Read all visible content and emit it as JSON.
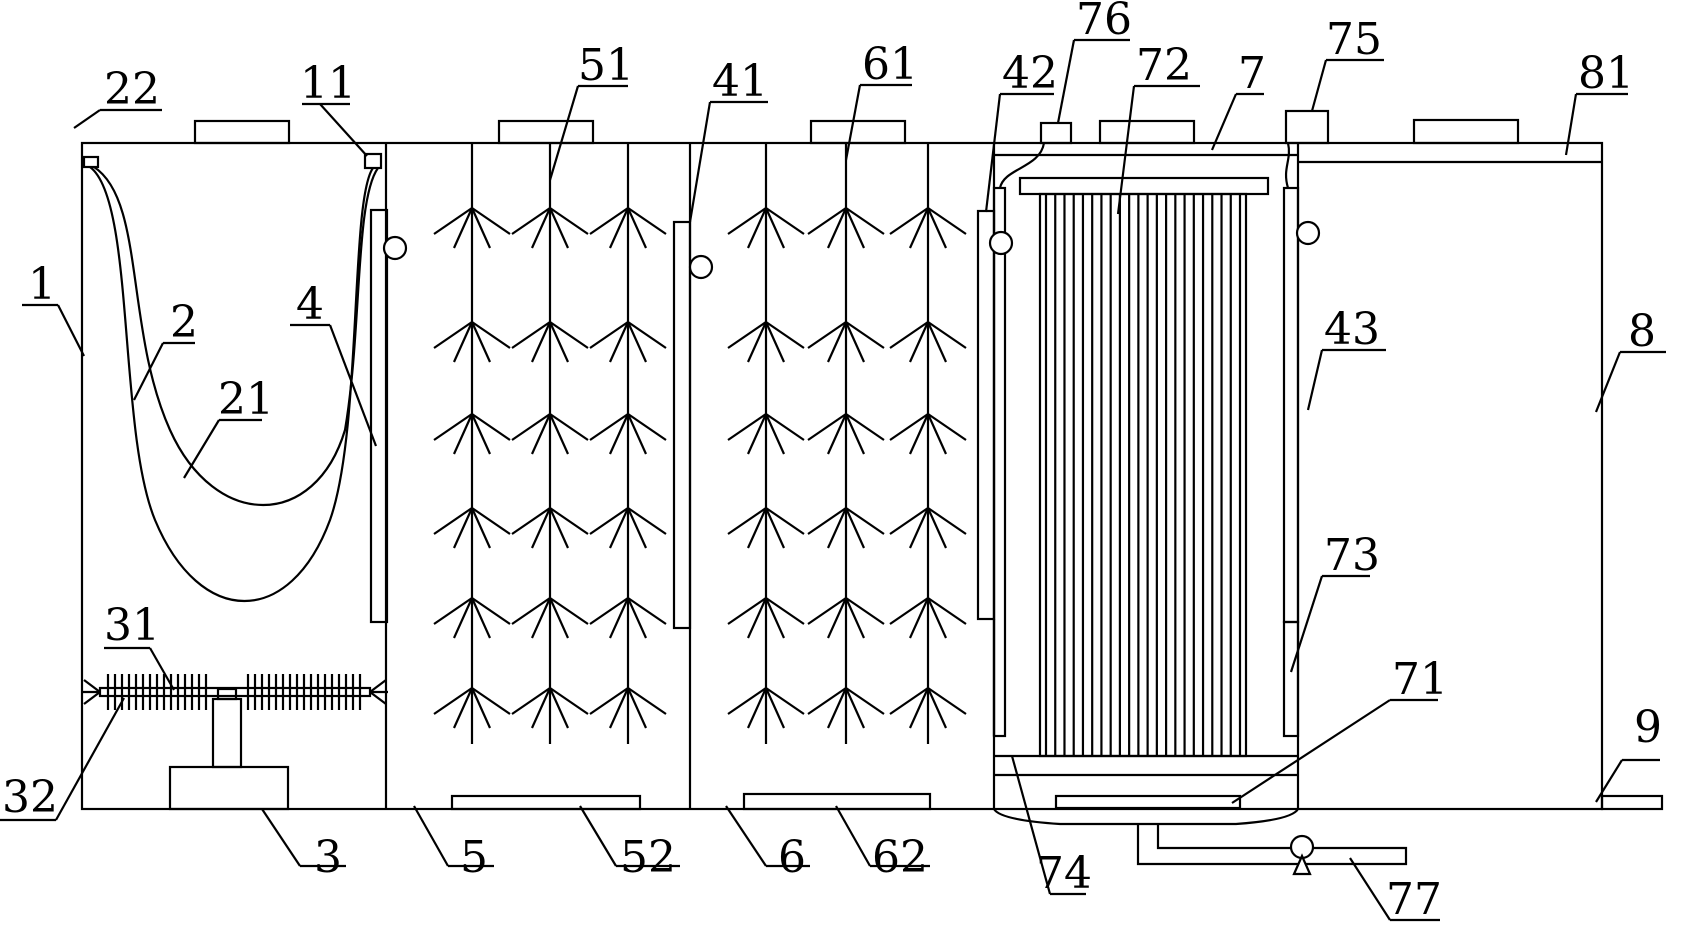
{
  "labels": {
    "l1": "1",
    "l2": "2",
    "l3": "3",
    "l4": "4",
    "l5": "5",
    "l6": "6",
    "l7": "7",
    "l8": "8",
    "l9": "9",
    "l11": "11",
    "l21": "21",
    "l22": "22",
    "l31": "31",
    "l32": "32",
    "l41": "41",
    "l42": "42",
    "l43": "43",
    "l51": "51",
    "l52": "52",
    "l61": "61",
    "l62": "62",
    "l71": "71",
    "l72": "72",
    "l73": "73",
    "l74": "74",
    "l75": "75",
    "l76": "76",
    "l77": "77",
    "l81": "81"
  },
  "colors": {
    "line": "#000000",
    "background": "#ffffff"
  },
  "media_rows": 6,
  "media_columns_per_tank": 3,
  "membrane_fibers": 22
}
